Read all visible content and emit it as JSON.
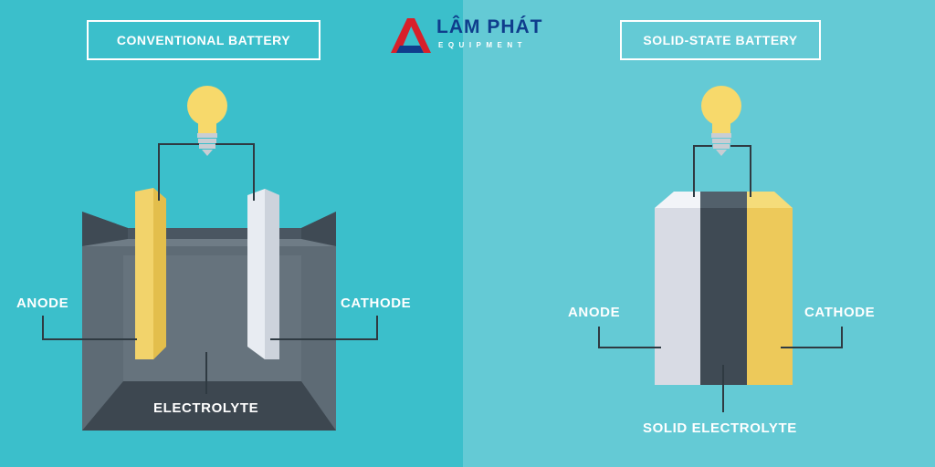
{
  "left": {
    "title": "CONVENTIONAL BATTERY",
    "anode_label": "ANODE",
    "cathode_label": "CATHODE",
    "electrolyte_label": "ELECTROLYTE"
  },
  "right": {
    "title": "SOLID-STATE BATTERY",
    "anode_label": "ANODE",
    "cathode_label": "CATHODE",
    "electrolyte_label": "SOLID ELECTROLYTE"
  },
  "logo": {
    "name": "LÂM PHÁT",
    "subtitle": "EQUIPMENT"
  },
  "colors": {
    "left_background": "#3bbfcb",
    "right_background": "#64cad5",
    "anode_yellow": "#f2d36b",
    "cathode_white": "#e8ecf2",
    "container_dark": "#4a5661",
    "bulb_yellow": "#f7d96b",
    "logo_red": "#d8202a",
    "logo_blue": "#0f3d8c"
  }
}
